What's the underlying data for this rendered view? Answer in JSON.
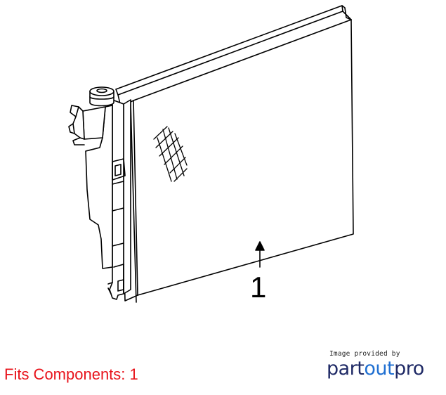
{
  "diagram": {
    "callout_number": "1"
  },
  "footer": {
    "fits_components": "Fits Components: 1"
  },
  "branding": {
    "caption": "Image provided by",
    "logo_part1": "part",
    "logo_part2": "out",
    "logo_part3": "pro"
  },
  "colors": {
    "fits_text": "#e8141c",
    "logo_dark": "#1f2a66",
    "logo_blue": "#1f6fd1"
  }
}
